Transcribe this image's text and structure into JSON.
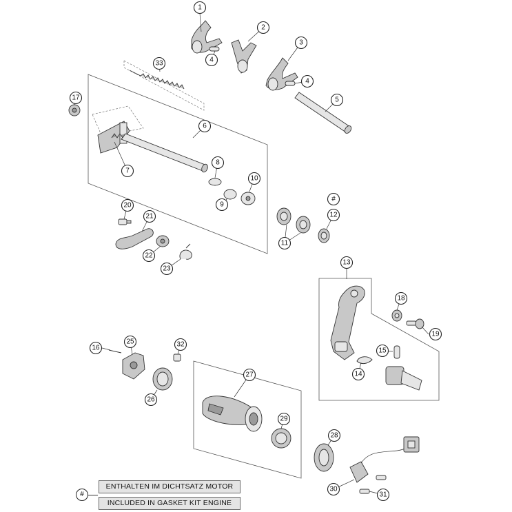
{
  "callouts": [
    {
      "label": "1"
    },
    {
      "label": "2"
    },
    {
      "label": "3"
    },
    {
      "label": "4"
    },
    {
      "label": "4"
    },
    {
      "label": "5"
    },
    {
      "label": "6"
    },
    {
      "label": "7"
    },
    {
      "label": "8"
    },
    {
      "label": "9"
    },
    {
      "label": "10"
    },
    {
      "label": "11"
    },
    {
      "label": "#"
    },
    {
      "label": "12"
    },
    {
      "label": "13"
    },
    {
      "label": "14"
    },
    {
      "label": "15"
    },
    {
      "label": "16"
    },
    {
      "label": "17"
    },
    {
      "label": "18"
    },
    {
      "label": "19"
    },
    {
      "label": "20"
    },
    {
      "label": "21"
    },
    {
      "label": "22"
    },
    {
      "label": "23"
    },
    {
      "label": "25"
    },
    {
      "label": "26"
    },
    {
      "label": "27"
    },
    {
      "label": "28"
    },
    {
      "label": "29"
    },
    {
      "label": "30"
    },
    {
      "label": "31"
    },
    {
      "label": "32"
    },
    {
      "label": "33"
    }
  ],
  "legend": {
    "symbol": "#",
    "line1": "ENTHALTEN IM DICHTSATZ MOTOR",
    "line2": "INCLUDED IN GASKET KIT ENGINE"
  }
}
